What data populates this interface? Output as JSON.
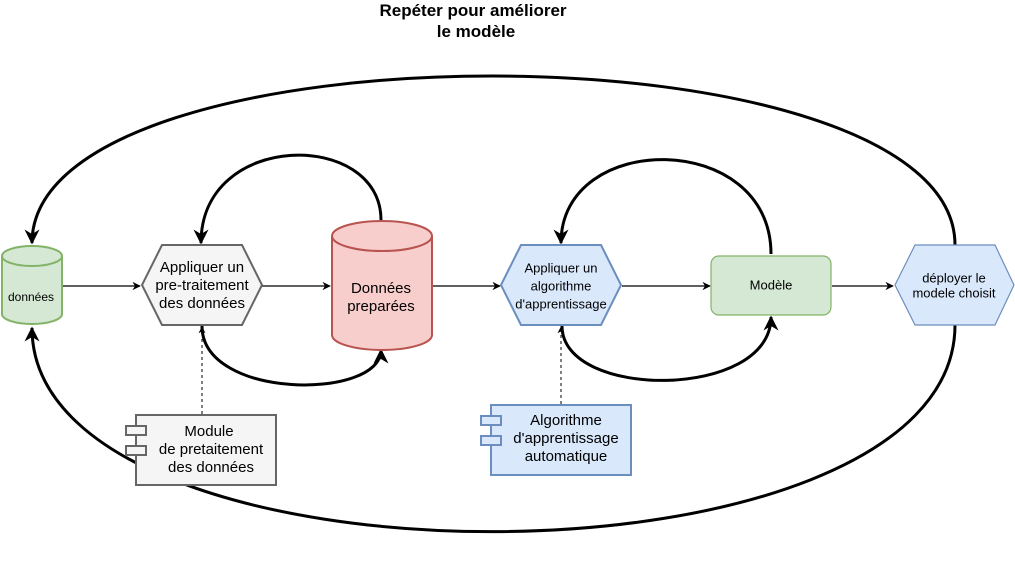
{
  "title": {
    "line1": "Repéter pour améliorer",
    "line2": "le modèle"
  },
  "nodes": {
    "donnees": {
      "label": "données"
    },
    "pretraitement": {
      "line1": "Appliquer un",
      "line2": "pre-traitement",
      "line3": "des données"
    },
    "donnees_preparees": {
      "line1": "Données",
      "line2": "preparées"
    },
    "algorithme": {
      "line1": "Appliquer un",
      "line2": "algorithme",
      "line3": "d'apprentissage"
    },
    "modele": {
      "label": "Modèle"
    },
    "deployer": {
      "line1": "déployer le",
      "line2": "modele choisit"
    },
    "module_pretraitement": {
      "line1": "Module",
      "line2": "de pretaitement",
      "line3": "des données"
    },
    "module_algorithme": {
      "line1": "Algorithme",
      "line2": "d'apprentissage",
      "line3": "automatique"
    }
  },
  "colors": {
    "green_fill": "#d5e8d4",
    "green_stroke": "#82b366",
    "gray_fill": "#f5f5f5",
    "gray_stroke": "#666666",
    "red_fill": "#f8cecc",
    "red_stroke": "#b85450",
    "blue_fill": "#dae8fc",
    "blue_stroke": "#6c8ebf"
  }
}
